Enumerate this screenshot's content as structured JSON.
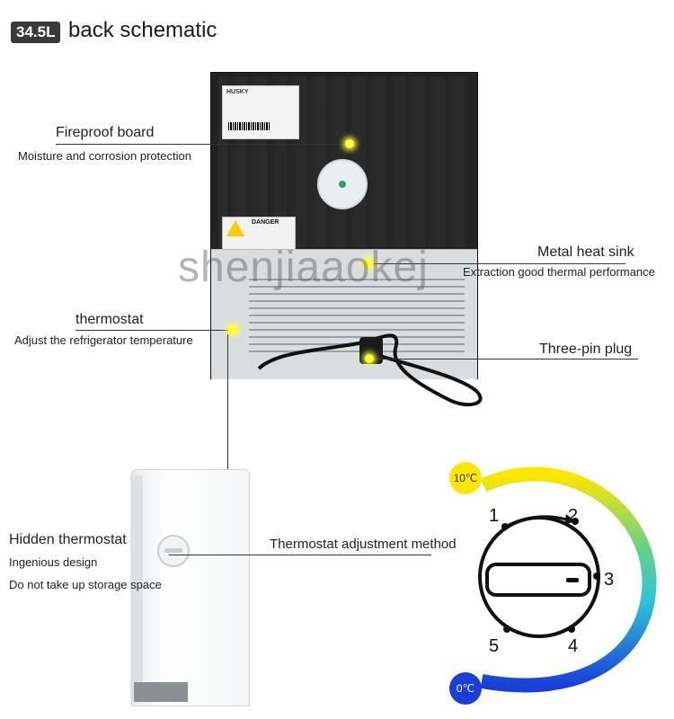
{
  "header": {
    "badge": "34.5L",
    "title": "back schematic"
  },
  "watermark": "shenjiaaokej",
  "callouts": {
    "fireproof": {
      "title": "Fireproof board",
      "desc": "Moisture and corrosion protection"
    },
    "heatsink": {
      "title": "Metal heat sink",
      "desc": "Extraction good thermal performance"
    },
    "thermostat": {
      "title": "thermostat",
      "desc": "Adjust the refrigerator temperature"
    },
    "plug": {
      "title": "Three-pin plug"
    },
    "hidden": {
      "title": "Hidden thermostat",
      "desc1": "Ingenious design",
      "desc2": "Do not take up storage space"
    },
    "method": {
      "title": "Thermostat adjustment method"
    }
  },
  "product_labels": {
    "danger": "DANGER",
    "brand": "HUSKY"
  },
  "dial": {
    "high_temp": "10℃",
    "low_temp": "0℃",
    "numbers": [
      "1",
      "2",
      "3",
      "4",
      "5"
    ],
    "colors": {
      "warm": "#ffe600",
      "mid": "#2ec4d6",
      "cool": "#1a3fd6"
    }
  }
}
